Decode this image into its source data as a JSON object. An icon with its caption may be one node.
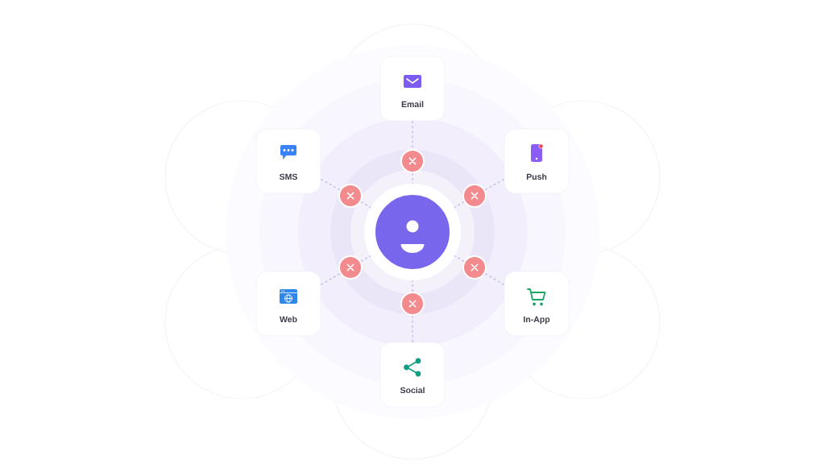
{
  "diagram": {
    "nodes": [
      {
        "text": [
          "Email"
        ]
      },
      {
        "text": [
          "SMS"
        ]
      },
      {
        "text": [
          "Push"
        ]
      },
      {
        "text": [],
        "shape": "circle"
      },
      {
        "text": [
          "Web"
        ]
      },
      {
        "text": [
          "In-App"
        ]
      },
      {
        "text": [
          "Social"
        ]
      },
      {
        "text": [],
        "shape": "circle"
      },
      {
        "text": [],
        "shape": "circle"
      },
      {
        "text": [],
        "shape": "circle"
      },
      {
        "text": [],
        "shape": "circle"
      },
      {
        "text": [],
        "shape": "circle"
      },
      {
        "text": [],
        "shape": "circle"
      }
    ],
    "edges": [
      {
        "from": 0,
        "to": 7,
        "arrow": "none",
        "style": "dashed"
      },
      {
        "from": 7,
        "to": 3,
        "arrow": "none",
        "style": "dashed"
      },
      {
        "from": 1,
        "to": 8,
        "arrow": "none",
        "style": "dashed"
      },
      {
        "from": 8,
        "to": 3,
        "arrow": "none",
        "style": "dashed"
      },
      {
        "from": 2,
        "to": 9,
        "arrow": "none",
        "style": "dashed"
      },
      {
        "from": 9,
        "to": 3,
        "arrow": "none",
        "style": "dashed"
      },
      {
        "from": 4,
        "to": 10,
        "arrow": "none",
        "style": "dashed"
      },
      {
        "from": 10,
        "to": 3,
        "arrow": "none",
        "style": "dashed"
      },
      {
        "from": 5,
        "to": 11,
        "arrow": "none",
        "style": "dashed"
      },
      {
        "from": 11,
        "to": 3,
        "arrow": "none",
        "style": "dashed"
      },
      {
        "from": 6,
        "to": 12,
        "arrow": "none",
        "style": "dashed"
      },
      {
        "from": 12,
        "to": 3,
        "arrow": "none",
        "style": "dashed"
      }
    ]
  }
}
